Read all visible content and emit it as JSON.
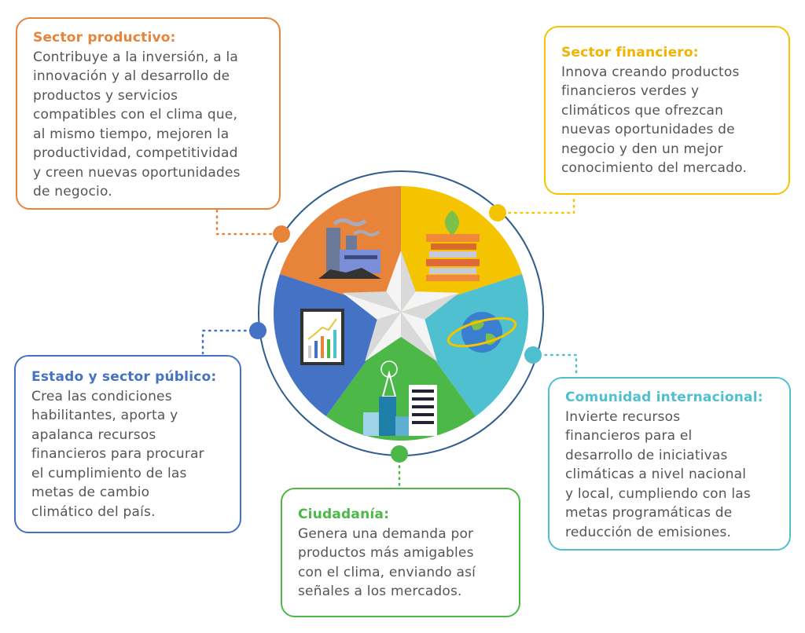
{
  "colors": {
    "productivo": "#E8843A",
    "financiero": "#F5C400",
    "publico": "#4472C4",
    "internacional": "#4FC0CF",
    "ciudadania": "#4CB848",
    "ring": "#2F5E8E",
    "text": "#555555"
  },
  "boxes": {
    "productivo": {
      "title": "Sector productivo:",
      "lines": [
        "Contribuye a la inversión, a la",
        "innovación y al desarrollo de",
        "productos y servicios",
        "compatibles con el clima que,",
        "al mismo tiempo, mejoren la",
        "productividad, competitividad",
        "y creen nuevas oportunidades",
        "de negocio."
      ]
    },
    "financiero": {
      "title": "Sector financiero:",
      "lines": [
        "Innova creando productos",
        "financieros verdes y",
        "climáticos  que ofrezcan",
        "nuevas oportunidades de",
        "negocio y den un mejor",
        "conocimiento del mercado."
      ]
    },
    "publico": {
      "title": "Estado y sector público:",
      "lines": [
        "Crea las condiciones",
        "habilitantes, aporta y",
        "apalanca recursos",
        "financieros para procurar",
        "el cumplimiento de las",
        "metas de cambio",
        "climático del país."
      ]
    },
    "internacional": {
      "title": "Comunidad internacional:",
      "lines": [
        "Invierte recursos",
        "financieros para el",
        "desarrollo de iniciativas",
        "climáticas a nivel nacional",
        "y local, cumpliendo con las",
        "metas programáticas de",
        "reducción de emisiones."
      ]
    },
    "ciudadania": {
      "title": "Ciudadanía:",
      "lines": [
        "Genera una demanda por",
        "productos más amigables",
        "con el clima, enviando así",
        "señales a los mercados."
      ]
    }
  }
}
